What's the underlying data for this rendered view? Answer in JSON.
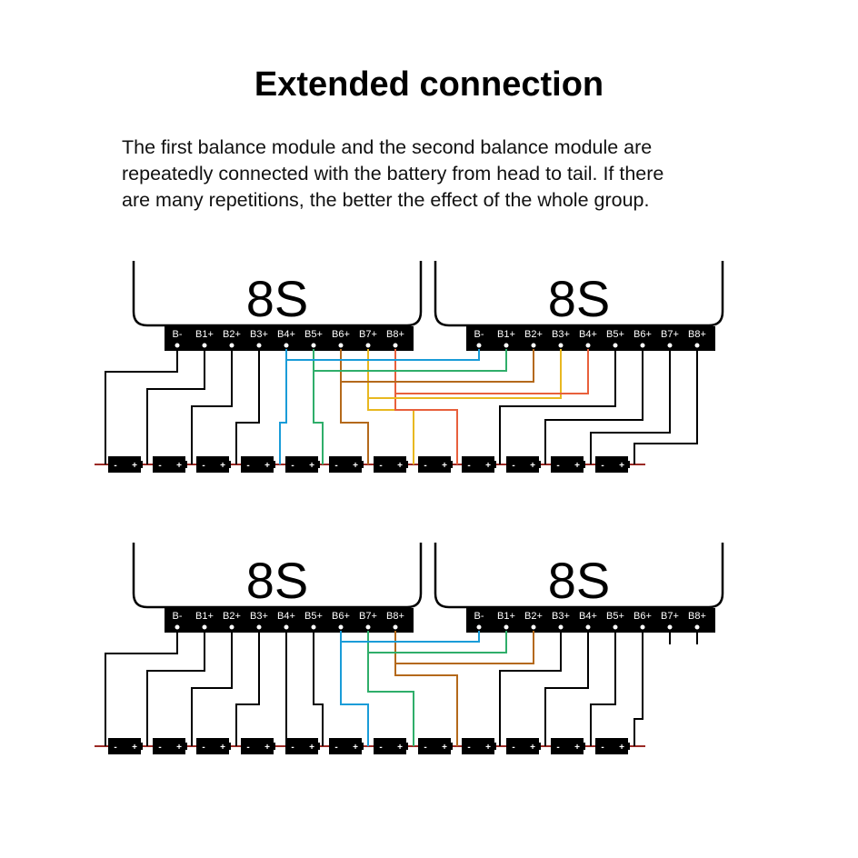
{
  "title": "Extended connection",
  "description": [
    "The first balance module and the second balance module are",
    "repeatedly connected with the battery from head to tail. If there",
    "are many repetitions, the better the effect of the whole group."
  ],
  "module_label": "8S",
  "pin_labels": [
    "B-",
    "B1+",
    "B2+",
    "B3+",
    "B4+",
    "B5+",
    "B6+",
    "B7+",
    "B8+"
  ],
  "cell_signs": {
    "neg": "-",
    "pos": "+"
  },
  "colors": {
    "black": "#000000",
    "blue": "#1a9cd8",
    "green": "#2fae6a",
    "brown": "#b4691b",
    "yellow": "#e8b820",
    "red": "#e8603c",
    "battery_line": "#9b2a25"
  },
  "diagrams": [
    {
      "name": "diagram-top",
      "cells": 12,
      "crossover_colors": [
        "blue",
        "green",
        "brown",
        "yellow",
        "red"
      ]
    },
    {
      "name": "diagram-bottom",
      "cells": 12,
      "crossover_colors": [
        "blue",
        "green",
        "brown"
      ]
    }
  ]
}
